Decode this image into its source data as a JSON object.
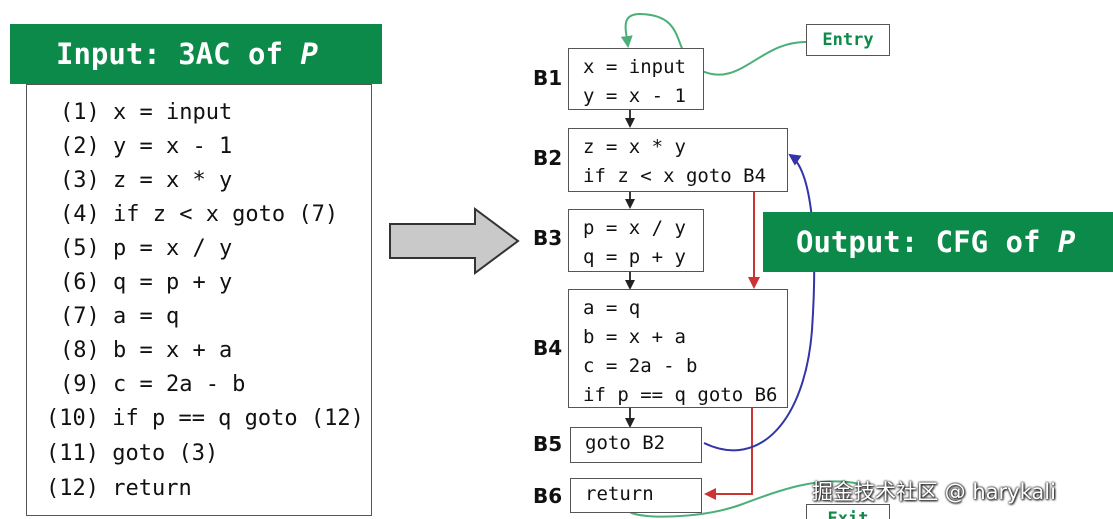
{
  "input": {
    "banner_text": "Input: 3AC of ",
    "banner_var": "P",
    "lines": [
      "(1) x = input",
      "(2) y = x - 1",
      "(3) z = x * y",
      "(4) if z < x goto (7)",
      "(5) p = x / y",
      "(6) q = p + y",
      "(7) a = q",
      "(8) b = x + a",
      "(9) c = 2a - b",
      "(10) if p == q goto (12)",
      "(11) goto (3)",
      "(12) return"
    ]
  },
  "output": {
    "banner_text": "Output: CFG of ",
    "banner_var": "P"
  },
  "cfg": {
    "entry": "Entry",
    "exit": "Exit",
    "blocks": [
      {
        "label": "B1",
        "lines": [
          "x = input",
          "y = x - 1"
        ]
      },
      {
        "label": "B2",
        "lines": [
          "z = x * y",
          "if z < x goto B4"
        ]
      },
      {
        "label": "B3",
        "lines": [
          "p = x / y",
          "q = p + y"
        ]
      },
      {
        "label": "B4",
        "lines": [
          "a = q",
          "b = x + a",
          "c = 2a - b",
          "if p == q goto B6"
        ]
      },
      {
        "label": "B5",
        "lines": [
          "goto B2"
        ]
      },
      {
        "label": "B6",
        "lines": [
          "return"
        ]
      }
    ]
  },
  "colors": {
    "banner_green": "#0c8a4a",
    "entry_edge": "#4caf7a",
    "jump_edge": "#cc3333",
    "back_edge": "#3333aa"
  },
  "watermark": "掘金技术社区 @ harykali"
}
